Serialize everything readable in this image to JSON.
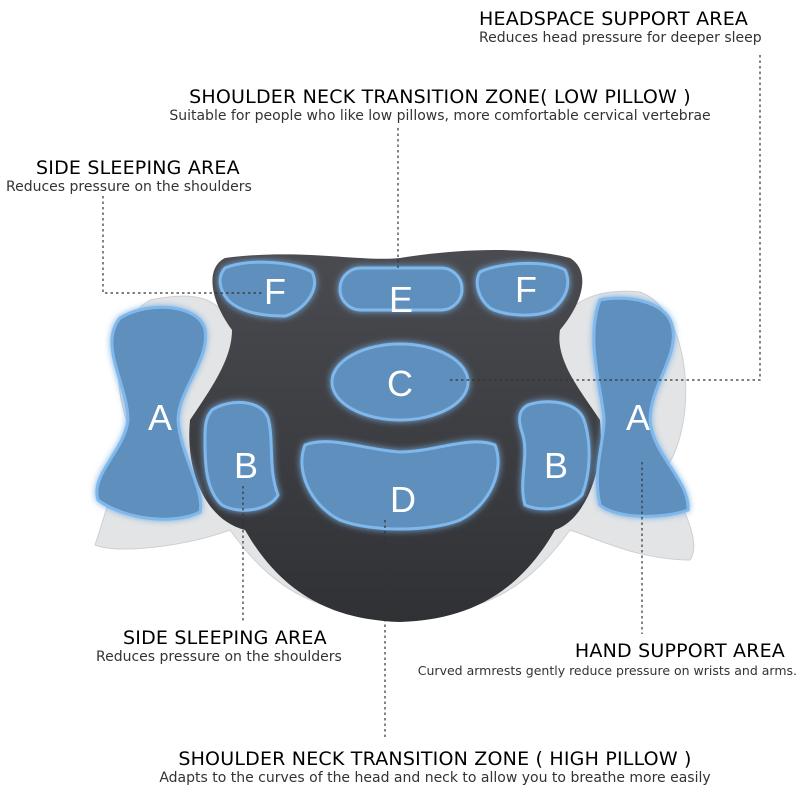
{
  "callouts": {
    "headspace": {
      "title": "HEADSPACE SUPPORT AREA",
      "subtitle": "Reduces head pressure for deeper sleep"
    },
    "neck_low": {
      "title": "SHOULDER NECK TRANSITION ZONE( LOW PILLOW )",
      "subtitle": "Suitable for people who like low pillows, more comfortable cervical vertebrae"
    },
    "side_top": {
      "title": "SIDE SLEEPING AREA",
      "subtitle": "Reduces pressure on the shoulders"
    },
    "side_bottom": {
      "title": "SIDE SLEEPING AREA",
      "subtitle": "Reduces pressure on the shoulders"
    },
    "hand": {
      "title": "HAND SUPPORT AREA",
      "subtitle": "Curved armrests gently reduce pressure on wrists and arms."
    },
    "neck_high": {
      "title": "SHOULDER NECK TRANSITION ZONE ( HIGH PILLOW )",
      "subtitle": "Adapts to the curves of the head and neck to allow you to breathe more easily"
    }
  },
  "zones": {
    "a_left": "A",
    "a_right": "A",
    "b_left": "B",
    "b_right": "B",
    "c": "C",
    "d": "D",
    "e": "E",
    "f_left": "F",
    "f_right": "F"
  },
  "colors": {
    "pillow_body": "#3b3c40",
    "pillow_edge": "#e3e4e5",
    "zone_fill": "#5f8fbd",
    "zone_glow": "#7fb8ec",
    "leader": "#333333"
  }
}
